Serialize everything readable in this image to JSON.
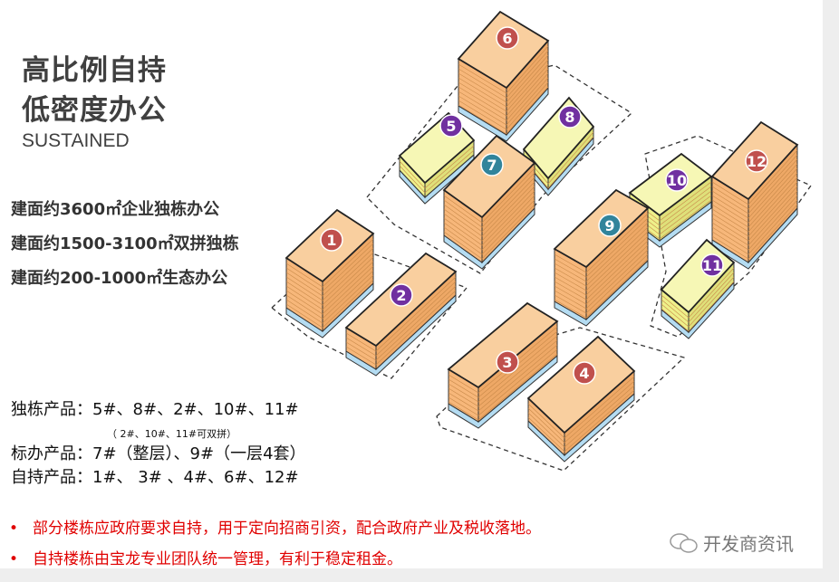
{
  "title_line1": "高比例自持",
  "title_line2": "低密度办公",
  "subtitle": "SUSTAINED",
  "features": [
    "建面约3600㎡企业独栋办公",
    "建面约1500-3100㎡双拼独栋",
    "建面约200-1000㎡生态办公"
  ],
  "products": {
    "standalone": "独栋产品：5#、8#、2#、10#、11#",
    "standalone_note": "（ 2#、10#、11#可双拼）",
    "standard": "标办产品：7#（整层）、9#（一层4套）",
    "self_held": "自持产品：1#、 3# 、4#、6#、12#"
  },
  "bullets": [
    "部分楼栋应政府要求自持，用于定向招商引资，配合政府产业及税收落地。",
    "自持楼栋由宝龙专业团队统一管理，有利于稳定租金。"
  ],
  "watermark": "开发商资讯",
  "colors": {
    "self_held": "#c0504d",
    "standalone": "#7030a0",
    "standard": "#31849b",
    "bullet_text": "#e00000",
    "orange_face": "#f7b77a",
    "yellow_face": "#eef08a",
    "base_blue": "#b4dcf2"
  },
  "buildings": [
    {
      "label": "1",
      "type": "self_held"
    },
    {
      "label": "2",
      "type": "standalone"
    },
    {
      "label": "3",
      "type": "self_held"
    },
    {
      "label": "4",
      "type": "self_held"
    },
    {
      "label": "5",
      "type": "standalone"
    },
    {
      "label": "6",
      "type": "self_held"
    },
    {
      "label": "7",
      "type": "standard"
    },
    {
      "label": "8",
      "type": "standalone"
    },
    {
      "label": "9",
      "type": "standard"
    },
    {
      "label": "10",
      "type": "standalone"
    },
    {
      "label": "11",
      "type": "standalone"
    },
    {
      "label": "12",
      "type": "self_held"
    }
  ]
}
